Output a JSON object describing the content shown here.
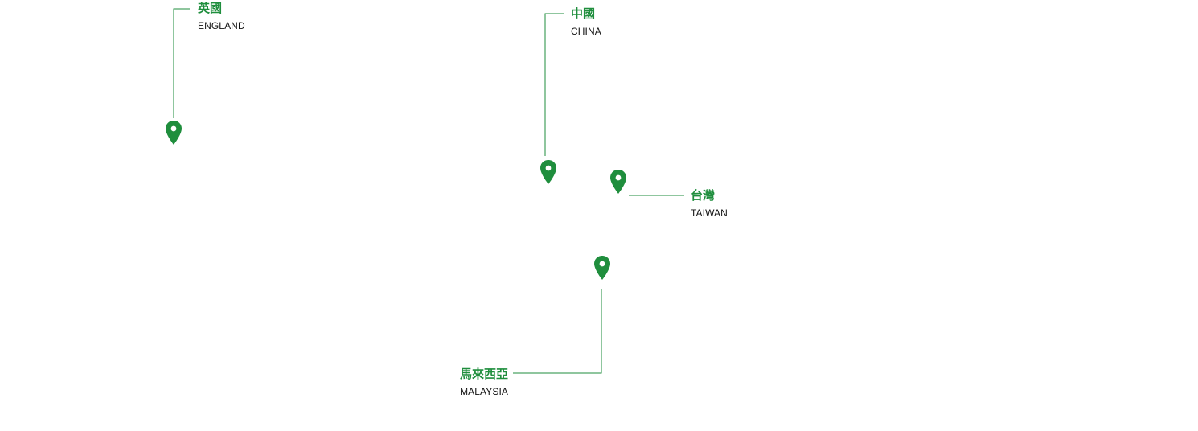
{
  "map": {
    "accent_color": "#1f8e3d",
    "text_color": "#111111",
    "icon": "location-pin-icon",
    "locations": [
      {
        "id": "england",
        "name_zh": "英國",
        "name_en": "ENGLAND"
      },
      {
        "id": "china",
        "name_zh": "中國",
        "name_en": "CHINA"
      },
      {
        "id": "taiwan",
        "name_zh": "台灣",
        "name_en": "TAIWAN"
      },
      {
        "id": "malaysia",
        "name_zh": "馬來西亞",
        "name_en": "MALAYSIA"
      }
    ]
  }
}
